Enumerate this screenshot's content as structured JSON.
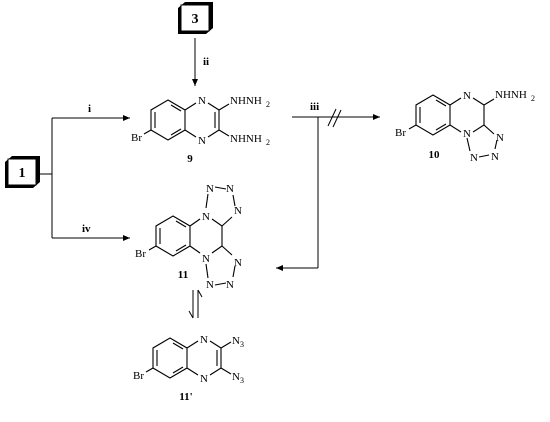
{
  "start_labels": {
    "reagent_one": "1",
    "reagent_three": "3"
  },
  "reagents": {
    "i": "i",
    "ii": "ii",
    "iii": "iii",
    "iv": "iv"
  },
  "compounds": {
    "c9": "9",
    "c10": "10",
    "c11": "11",
    "c11p": "11'"
  },
  "atoms": {
    "N": "N",
    "Br": "Br",
    "NHNH": "NHNH",
    "two": "2",
    "three": "3"
  }
}
